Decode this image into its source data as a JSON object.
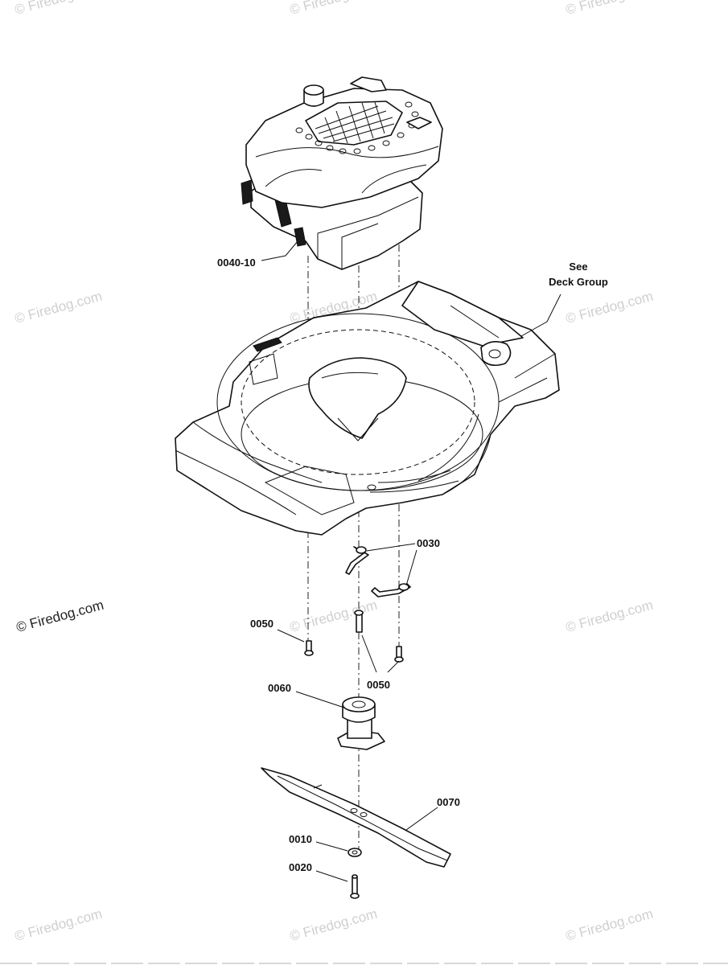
{
  "callouts": {
    "engine": "0040-10",
    "deck_line1": "See",
    "deck_line2": "Deck Group",
    "clip": "0030",
    "bolt_left": "0050",
    "bolt_right": "0050",
    "adapter": "0060",
    "blade": "0070",
    "washer": "0010",
    "blade_bolt": "0020"
  },
  "watermark": {
    "text": "Firedog.com",
    "symbol": "©"
  }
}
